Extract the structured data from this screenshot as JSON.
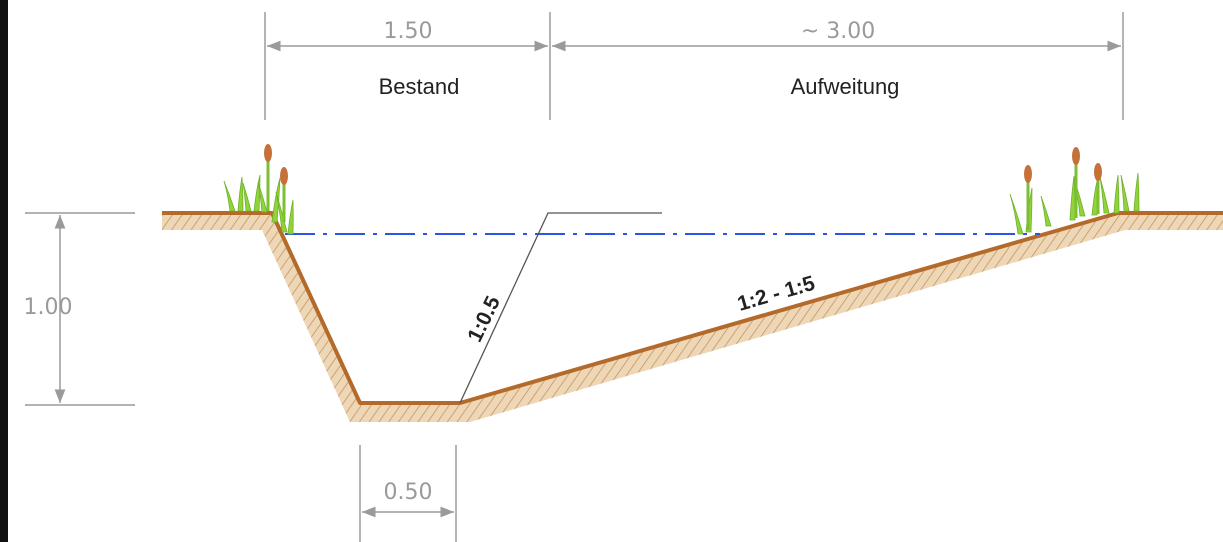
{
  "dimensions": {
    "existing_width": "1.50",
    "widening_width": "~ 3.00",
    "depth": "1.00",
    "bottom_width": "0.50"
  },
  "labels": {
    "existing": "Bestand",
    "widening": "Aufweitung"
  },
  "slopes": {
    "steep": "1:0.5",
    "gentle": "1:2 - 1:5"
  },
  "colors": {
    "soil_line": "#b36a2a",
    "soil_fill": "#e7c9a0",
    "water_line": "#2a55e8",
    "dim_line": "#9a9a9a",
    "plant_green": "#8fd43a",
    "plant_brown": "#c6703a"
  }
}
